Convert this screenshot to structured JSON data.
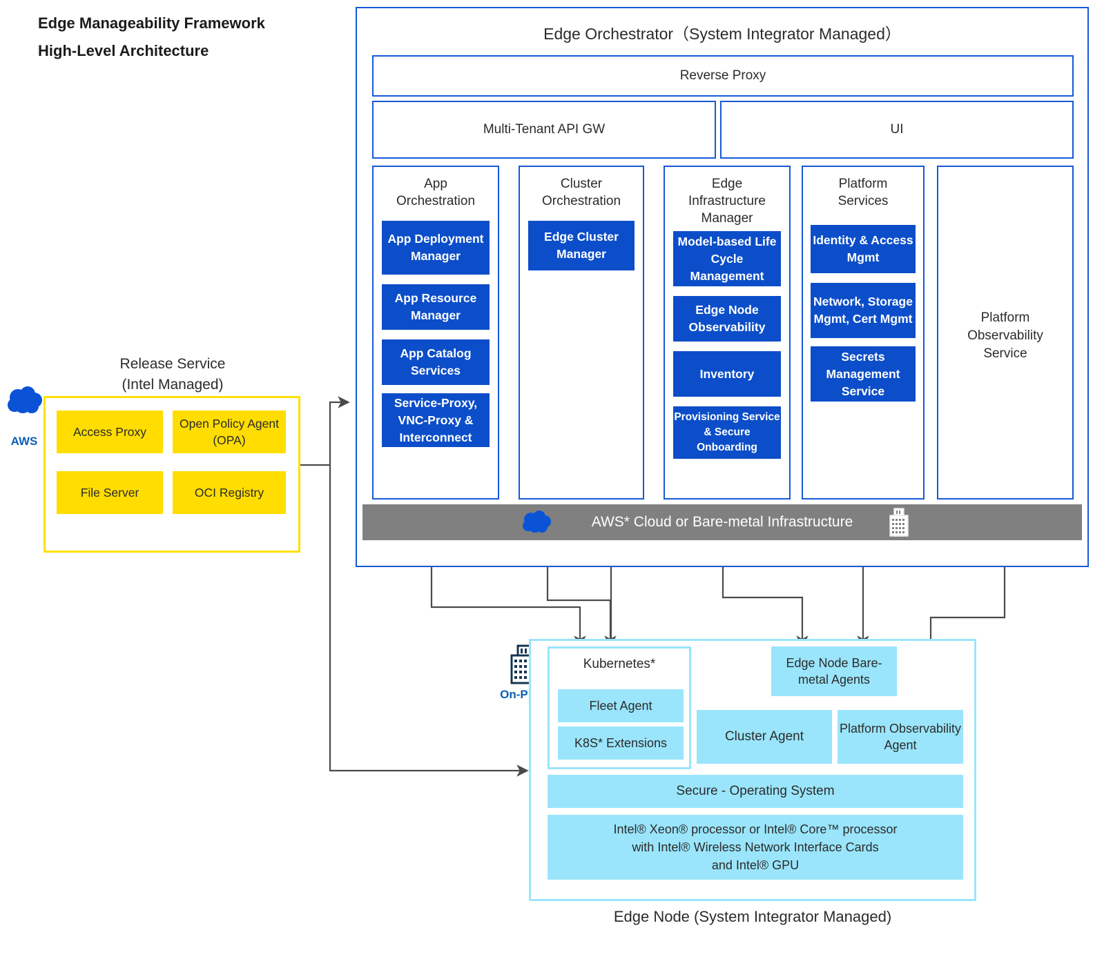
{
  "title": {
    "line1": "Edge Manageability Framework",
    "line2": "High-Level Architecture"
  },
  "orchestrator": {
    "title": "Edge Orchestrator（System Integrator Managed）",
    "reverse_proxy": "Reverse Proxy",
    "api_gw": "Multi-Tenant API GW",
    "ui": "UI",
    "columns": [
      {
        "name": "app-orchestration",
        "title": "App\nOrchestration",
        "services": [
          "App Deployment Manager",
          "App Resource Manager",
          "App Catalog Services",
          "Service-Proxy, VNC-Proxy & Interconnect"
        ]
      },
      {
        "name": "cluster-orchestration",
        "title": "Cluster\nOrchestration",
        "services": [
          "Edge Cluster Manager"
        ]
      },
      {
        "name": "edge-infrastructure-manager",
        "title": "Edge\nInfrastructure\nManager",
        "services": [
          "Model-based Life Cycle Management",
          "Edge Node Observability",
          "Inventory",
          "Provisioning Service & Secure Onboarding"
        ]
      },
      {
        "name": "platform-services",
        "title": "Platform\nServices",
        "services": [
          "Identity & Access Mgmt",
          "Network, Storage Mgmt, Cert Mgmt",
          "Secrets Management Service"
        ]
      },
      {
        "name": "platform-observability-service",
        "title": "",
        "label": "Platform\nObservability\nService",
        "services": []
      }
    ],
    "infrastructure_bar": {
      "label": "AWS* Cloud or Bare-metal Infrastructure",
      "cloud_icon": "cloud-icon",
      "building_icon": "building-icon",
      "color": "#808080"
    }
  },
  "release_service": {
    "title": "Release Service\n(Intel Managed)",
    "cloud_icon": "cloud-icon",
    "cloud_label": "AWS",
    "border_color": "#ffe000",
    "box_color": "#ffdd00",
    "items": [
      "Access Proxy",
      "Open Policy Agent (OPA)",
      "File Server",
      "OCI Registry"
    ]
  },
  "edge_node": {
    "caption": "Edge Node (System Integrator Managed)",
    "border_color": "#9ae5fb",
    "box_color": "#9ae5fb",
    "onprem": {
      "icon": "building-icon",
      "label": "On-Prem"
    },
    "kubernetes": {
      "title": "Kubernetes*",
      "items": [
        "Fleet Agent",
        "K8S* Extensions"
      ]
    },
    "bare_metal_agents": "Edge Node Bare-metal Agents",
    "cluster_agent": "Cluster  Agent",
    "platform_observability_agent": "Platform Observability Agent",
    "secure_os": "Secure - Operating System",
    "hardware": "Intel® Xeon® processor or Intel® Core™ processor\nwith Intel® Wireless Network Interface Cards\nand Intel® GPU"
  },
  "colors": {
    "service_blue": "#0c4ec9",
    "border_blue": "#1558d6",
    "yellow": "#ffdd00",
    "cyan": "#9ae5fb",
    "gray": "#808080",
    "arrow": "#4a4a4a"
  }
}
